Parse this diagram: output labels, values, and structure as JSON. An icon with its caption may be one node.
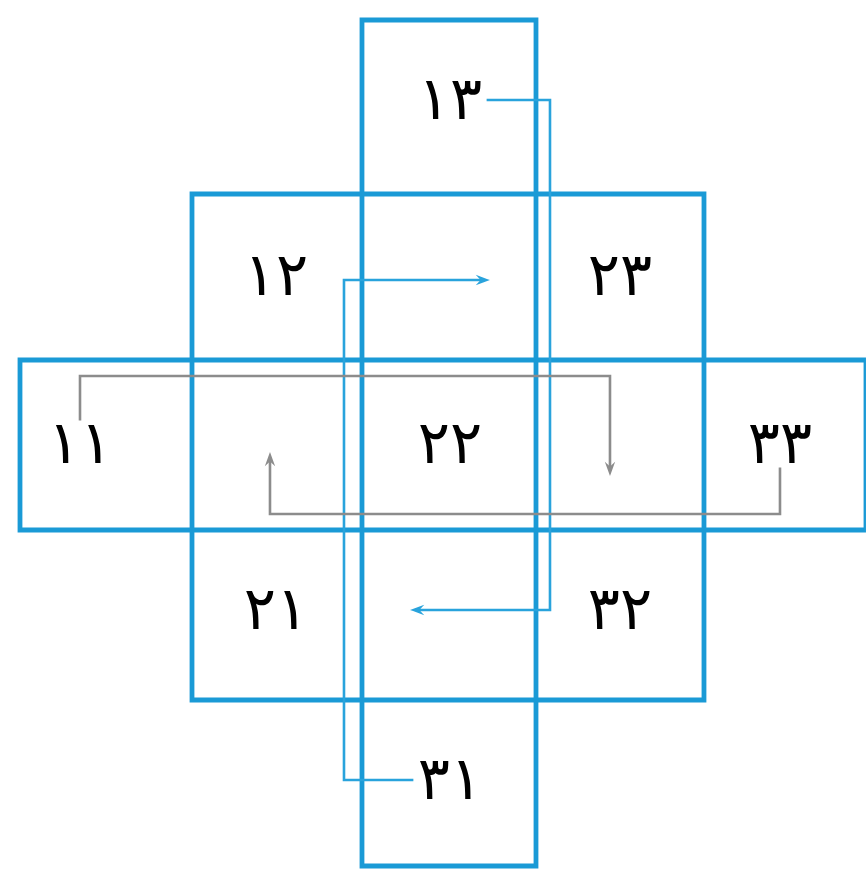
{
  "diagram": {
    "nodes": [
      {
        "text": [
          "۱۳"
        ]
      },
      {
        "text": [
          "۱۲"
        ]
      },
      {
        "text": [
          "۲۳"
        ]
      },
      {
        "text": [
          "۱۱"
        ]
      },
      {
        "text": [
          "۲۲"
        ]
      },
      {
        "text": [
          "۳۳"
        ]
      },
      {
        "text": [
          "۲۱"
        ]
      },
      {
        "text": [
          "۳۲"
        ]
      },
      {
        "text": [
          "۳۱"
        ]
      }
    ],
    "edges": [
      {
        "from": 0,
        "to": null,
        "arrow": "to",
        "color": "#29a3dc"
      },
      {
        "from": 8,
        "to": null,
        "arrow": "to",
        "color": "#29a3dc"
      },
      {
        "from": 3,
        "to": null,
        "arrow": "to",
        "color": "#8c8c8c"
      },
      {
        "from": 5,
        "to": null,
        "arrow": "to",
        "color": "#8c8c8c"
      }
    ]
  }
}
